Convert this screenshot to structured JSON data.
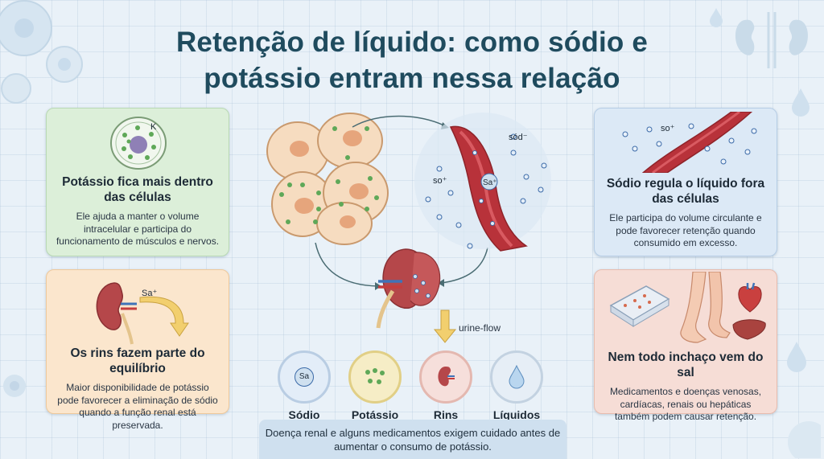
{
  "title_line1": "Retenção de líquido: como sódio e",
  "title_line2": "potássio entram nessa relação",
  "cards": {
    "potassium": {
      "heading": "Potássio fica mais dentro das células",
      "text": "Ele ajuda a manter o volume intracelular e participa do funcionamento de músculos e nervos.",
      "icon_letter": "K"
    },
    "kidneys": {
      "heading": "Os rins fazem parte do equilíbrio",
      "text": "Maior disponibilidade de potássio pode favorecer a eliminação de sódio quando a função renal está preservada.",
      "icon_label": "Sa⁺"
    },
    "sodium": {
      "heading": "Sódio regula o líquido fora das células",
      "text": "Ele participa do volume circulante e pode favorecer retenção quando consumido em excesso.",
      "icon_label": "so⁺"
    },
    "not_salt": {
      "heading": "Nem todo inchaço vem do sal",
      "text": "Medicamentos e doenças venosas, cardíacas, renais ou hepáticas também podem causar retenção."
    }
  },
  "center": {
    "vessel_label_top": "sód⁻",
    "vessel_label_left": "so⁺",
    "vessel_ion": "Sa⁺",
    "urine_label": "urine-flow"
  },
  "legend": [
    {
      "label": "Sódio",
      "inner": "Sa"
    },
    {
      "label": "Potássio",
      "inner": ""
    },
    {
      "label": "Rins",
      "inner": ""
    },
    {
      "label": "Líquidos",
      "inner": ""
    }
  ],
  "note": "Doença renal e alguns medicamentos exigem cuidado antes de aumentar o consumo de potássio.",
  "colors": {
    "title": "#1f4b5e",
    "green_card": "#dcefd9",
    "orange_card": "#fbe6cd",
    "blue_card": "#dce9f6",
    "red_card": "#f6ddd6",
    "vessel": "#b8323a",
    "kidney": "#b5474a"
  }
}
